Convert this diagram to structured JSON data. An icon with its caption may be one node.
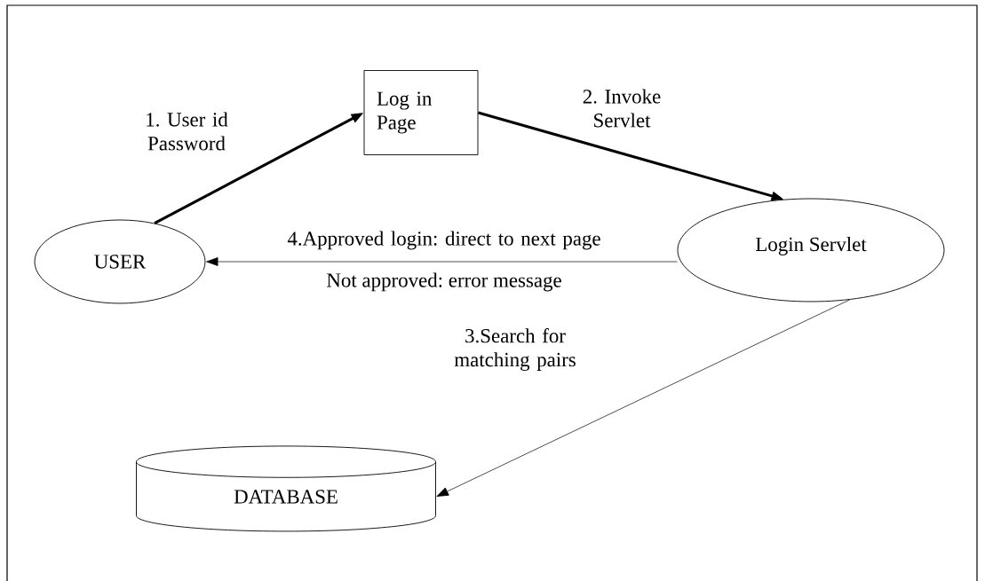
{
  "diagram": {
    "nodes": [
      {
        "text": [
          "USER"
        ]
      },
      {
        "text": [
          "Log in Page"
        ]
      },
      {
        "text": [
          "Login Servlet"
        ]
      },
      {
        "text": [
          "DATABASE"
        ]
      }
    ],
    "edges": [
      {
        "from": 0,
        "to": 1,
        "arrow": "to",
        "label": "1. User id Password",
        "style": "thick"
      },
      {
        "from": 1,
        "to": 2,
        "arrow": "to",
        "label": "2. Invoke Servlet",
        "style": "thick"
      },
      {
        "from": 2,
        "to": 0,
        "arrow": "to",
        "label": "4.Approved login: direct to next page"
      },
      {
        "from": 2,
        "to": 3,
        "arrow": "to",
        "label": "3.Search for matching pairs"
      }
    ],
    "labels": [
      "Not approved: error message"
    ]
  }
}
